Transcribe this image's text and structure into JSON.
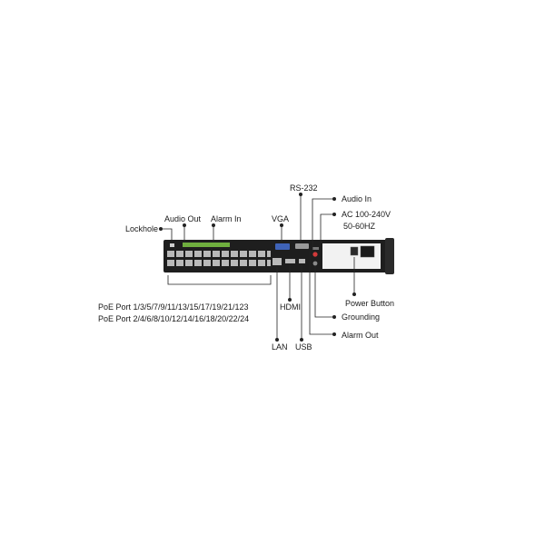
{
  "labels": {
    "rs232": "RS-232",
    "audio_in": "Audio In",
    "ac_power_line1": "AC 100-240V",
    "ac_power_line2": "50-60HZ",
    "lockhole": "Lockhole",
    "audio_out": "Audio Out",
    "alarm_in": "Alarm In",
    "vga": "VGA",
    "poe_odd": "PoE Port 1/3/5/7/9/11/13/15/17/19/21/123",
    "poe_even": "PoE Port 2/4/6/8/10/12/14/16/18/20/22/24",
    "hdmi": "HDMI",
    "power_button": "Power Button",
    "grounding": "Grounding",
    "lan": "LAN",
    "usb": "USB",
    "alarm_out": "Alarm Out"
  },
  "colors": {
    "chassis": "#1e1e1e",
    "port": "#b9b9b9",
    "terminal": "#6fae3e",
    "vga": "#3f63b8",
    "audio_red": "#d23a3a",
    "line": "#222222"
  }
}
